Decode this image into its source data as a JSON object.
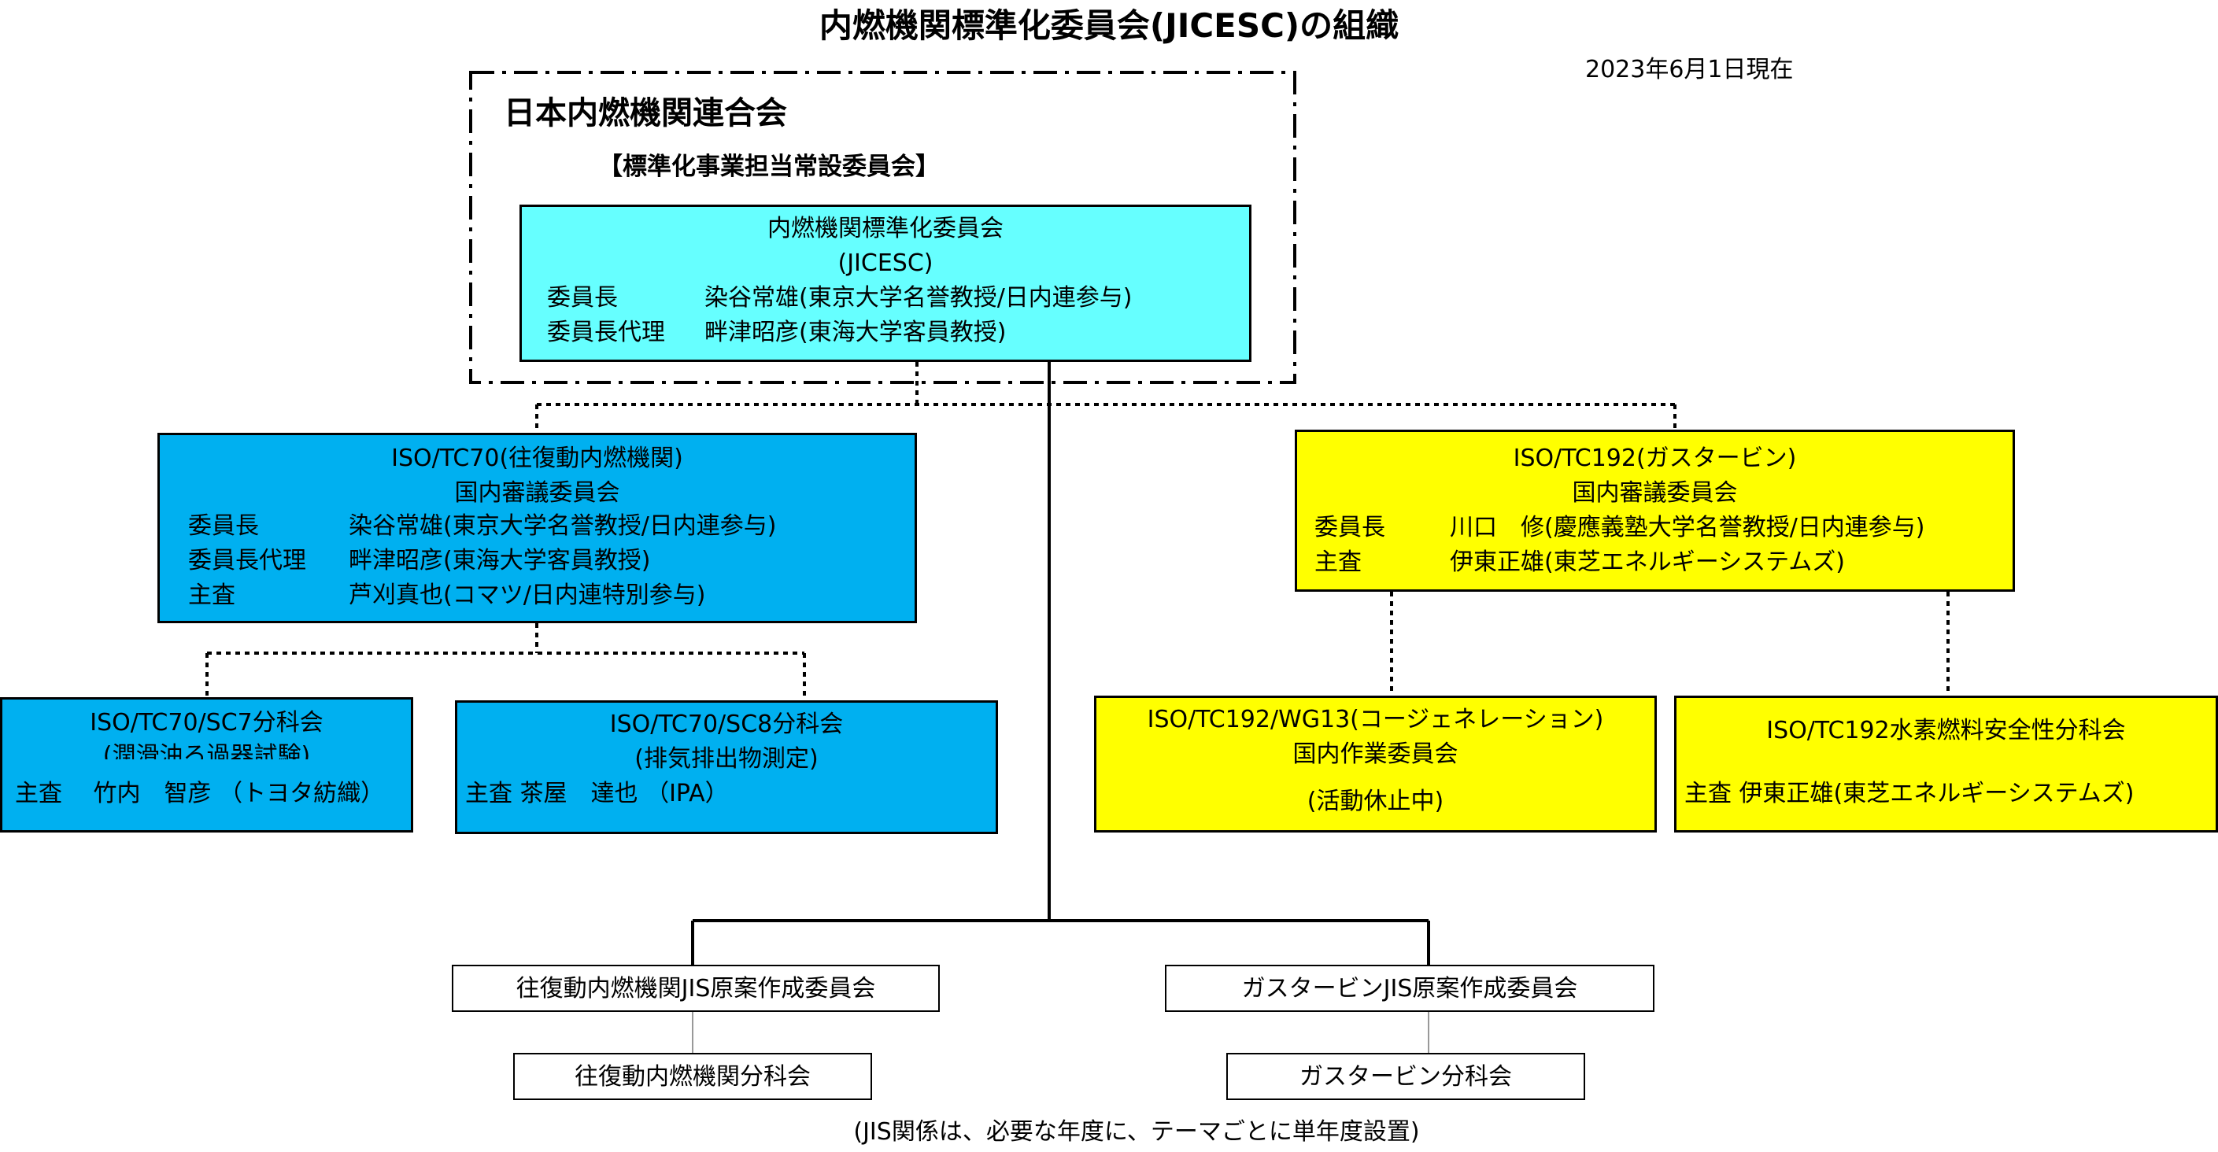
{
  "title": "内燃機関標準化委員会(JICESC)の組織",
  "date": "2023年6月1日現在",
  "org": {
    "name": "日本内燃機関連合会",
    "subtitle": "【標準化事業担当常設委員会】"
  },
  "jicesc": {
    "name": "内燃機関標準化委員会",
    "abbr": "(JICESC)",
    "chair_role": "委員長",
    "chair": "染谷常雄(東京大学名誉教授/日内連参与)",
    "vice_role": "委員長代理",
    "vice": "畔津昭彦(東海大学客員教授)"
  },
  "tc70": {
    "name": "ISO/TC70(往復動内燃機関)",
    "committee": "国内審議委員会",
    "chair_role": "委員長",
    "chair": "染谷常雄(東京大学名誉教授/日内連参与)",
    "vice_role": "委員長代理",
    "vice": "畔津昭彦(東海大学客員教授)",
    "sec_role": "主査",
    "sec": "芦刈真也(コマツ/日内連特別参与)"
  },
  "sc7": {
    "name": "ISO/TC70/SC7分科会",
    "topic": "(潤滑油ろ過器試験)",
    "lead": "主査　 竹内　智彦 （トヨタ紡織）"
  },
  "sc8": {
    "name": "ISO/TC70/SC8分科会",
    "topic": "(排気排出物測定)",
    "lead": "主査 茶屋　達也 （IPA）"
  },
  "tc192": {
    "name": "ISO/TC192(ガスタービン)",
    "committee": "国内審議委員会",
    "chair_role": "委員長",
    "chair": "川口　修(慶應義塾大学名誉教授/日内連参与)",
    "sec_role": "主査",
    "sec": "伊東正雄(東芝エネルギーシステムズ)"
  },
  "wg13": {
    "name": "ISO/TC192/WG13(コージェネレーション)",
    "committee": "国内作業委員会",
    "status": "(活動休止中)"
  },
  "h2": {
    "name": "ISO/TC192水素燃料安全性分科会",
    "lead": "主査 伊東正雄(東芝エネルギーシステムズ)"
  },
  "jis": {
    "recip_committee": "往復動内燃機関JIS原案作成委員会",
    "recip_sub": "往復動内燃機関分科会",
    "gt_committee": "ガスタービンJIS原案作成委員会",
    "gt_sub": "ガスタービン分科会",
    "note": "(JIS関係は、必要な年度に、テーマごとに単年度設置)"
  },
  "colors": {
    "cyan": "#66ffff",
    "blue": "#00b0f0",
    "yellow": "#ffff00"
  }
}
